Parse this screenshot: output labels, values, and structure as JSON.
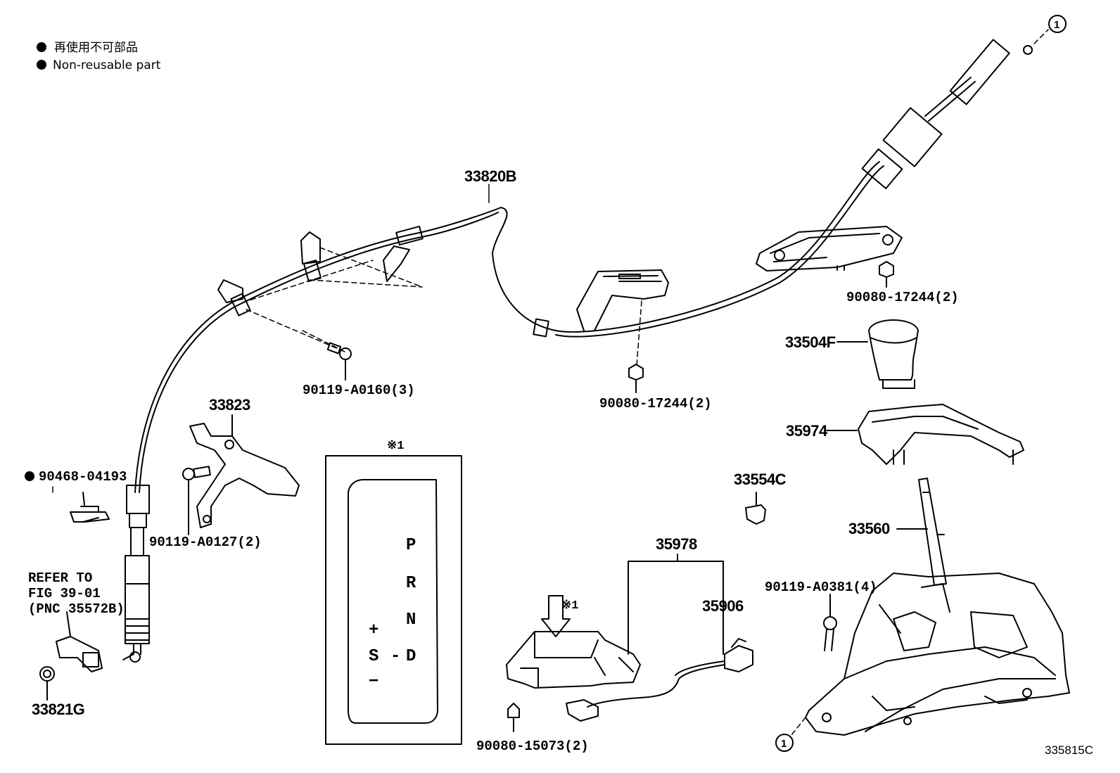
{
  "legend": {
    "jp_text": "再使用不可部品",
    "en_text": "Non-reusable part"
  },
  "parts": {
    "p33820B": "33820B",
    "p90119_A0160": "90119-A0160(3)",
    "p90080_17244_top": "90080-17244(2)",
    "p90080_17244_mid": "90080-17244(2)",
    "p33504F": "33504F",
    "p35974": "35974",
    "p33823": "33823",
    "p90468_04193": "90468-04193",
    "p90119_A0127": "90119-A0127(2)",
    "p33554C": "33554C",
    "p33560": "33560",
    "p35978": "35978",
    "p35906": "35906",
    "p90119_A0381": "90119-A0381(4)",
    "p33821G": "33821G",
    "p90080_15073": "90080-15073(2)"
  },
  "refer": {
    "line1": "REFER TO",
    "line2": "FIG 39-01",
    "line3": "(PNC 35572B)"
  },
  "callouts": {
    "circle_one": "1",
    "note_mark": "※1",
    "note_mark_arrow": "※1"
  },
  "shift_gate": {
    "P": "P",
    "R": "R",
    "N": "N",
    "D": "D",
    "S": "S",
    "plus": "+",
    "minus": "−",
    "dash": "-"
  },
  "figure_id": "335815C"
}
